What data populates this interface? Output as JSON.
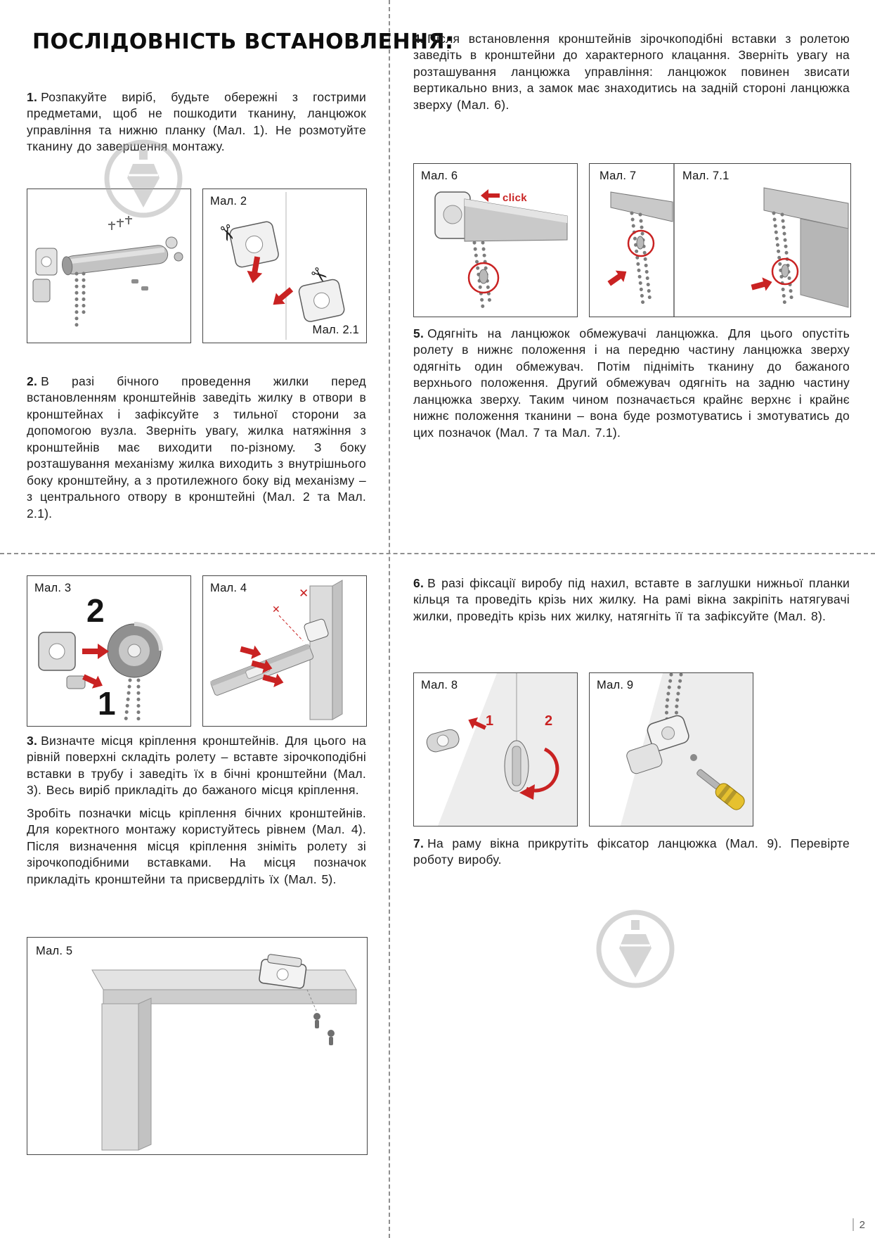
{
  "page": {
    "number": "2"
  },
  "title": "ПОСЛІДОВНІСТЬ ВСТАНОВЛЕННЯ:",
  "steps": {
    "s1": {
      "num": "1.",
      "text": "Розпакуйте виріб, будьте обережні з гострими предметами, щоб не пошкодити тканину, ланцюжок управління та нижню планку (Мал. 1). Не розмотуйте тканину до завершення монтажу."
    },
    "s2": {
      "num": "2.",
      "text": "В разі бічного проведення жилки перед встановленням кронштейнів заведіть жилку в отвори в кронштейнах і зафіксуйте з тильної сторони за допомогою вузла. Зверніть увагу, жилка натяжіння з кронштейнів має виходити по-різному. З боку розташування механізму жилка виходить з внутрішнього боку кронштейну, а з протилежного боку від механізму – з центрального отвору в кронштейні (Мал. 2 та Мал. 2.1)."
    },
    "s3": {
      "num": "3.",
      "text": "Визначте місця кріплення кронштейнів. Для цього на рівній поверхні складіть ролету – вставте зірочкоподібні вставки в трубу і заведіть їх в бічні кронштейни (Мал. 3). Весь виріб прикладіть до бажаного місця кріплення.",
      "text2": "Зробіть позначки місць кріплення бічних кронштейнів. Для коректного монтажу користуйтесь рівнем (Мал. 4). Після визначення місця кріплення зніміть ролету зі зірочкоподібними вставками. На місця позначок прикладіть кронштейни та присвердліть їх (Мал. 5)."
    },
    "s4": {
      "num": "4.",
      "text": "Після встановлення кронштейнів зірочкоподібні вставки з ролетою заведіть в кронштейни до характерного клацання. Зверніть увагу на розташування ланцюжка управління: ланцюжок повинен звисати вертикально вниз, а замок має знаходитись на задній стороні ланцюжка зверху (Мал. 6)."
    },
    "s5": {
      "num": "5.",
      "text": "Одягніть на ланцюжок обмежувачі ланцюжка. Для цього опустіть ролету в нижнє положення і на передню частину ланцюжка зверху одягніть один обмежувач. Потім підніміть тканину до бажаного верхнього положення. Другий обмежувач одягніть на задню частину ланцюжка зверху. Таким чином позначається крайнє верхнє і крайнє нижнє положення тканини – вона буде розмотуватись і змотуватись до цих позначок (Мал. 7 та Мал. 7.1)."
    },
    "s6": {
      "num": "6.",
      "text": "В разі фіксації виробу під нахил, вставте в заглушки нижньої планки кільця та проведіть крізь них жилку. На рамі вікна закріпіть натягувачі жилки, проведіть крізь них жилку, натягніть її та зафіксуйте (Мал. 8)."
    },
    "s7": {
      "num": "7.",
      "text": "На раму вікна прикрутіть фіксатор ланцюжка (Мал. 9). Перевірте роботу виробу."
    }
  },
  "figures": {
    "f2": {
      "label": "Мал. 2"
    },
    "f2_1": {
      "label": "Мал. 2.1"
    },
    "f3": {
      "label": "Мал. 3",
      "num_top": "2",
      "num_bottom": "1"
    },
    "f4": {
      "label": "Мал. 4"
    },
    "f5": {
      "label": "Мал. 5"
    },
    "f6": {
      "label": "Мал. 6",
      "click": "click"
    },
    "f7": {
      "label": "Мал. 7"
    },
    "f7_1": {
      "label": "Мал. 7.1"
    },
    "f8": {
      "label": "Мал. 8",
      "num1": "1",
      "num2": "2"
    },
    "f9": {
      "label": "Мал. 9"
    }
  },
  "colors": {
    "accent_red": "#c92222",
    "watermark_gray": "#adadad"
  }
}
